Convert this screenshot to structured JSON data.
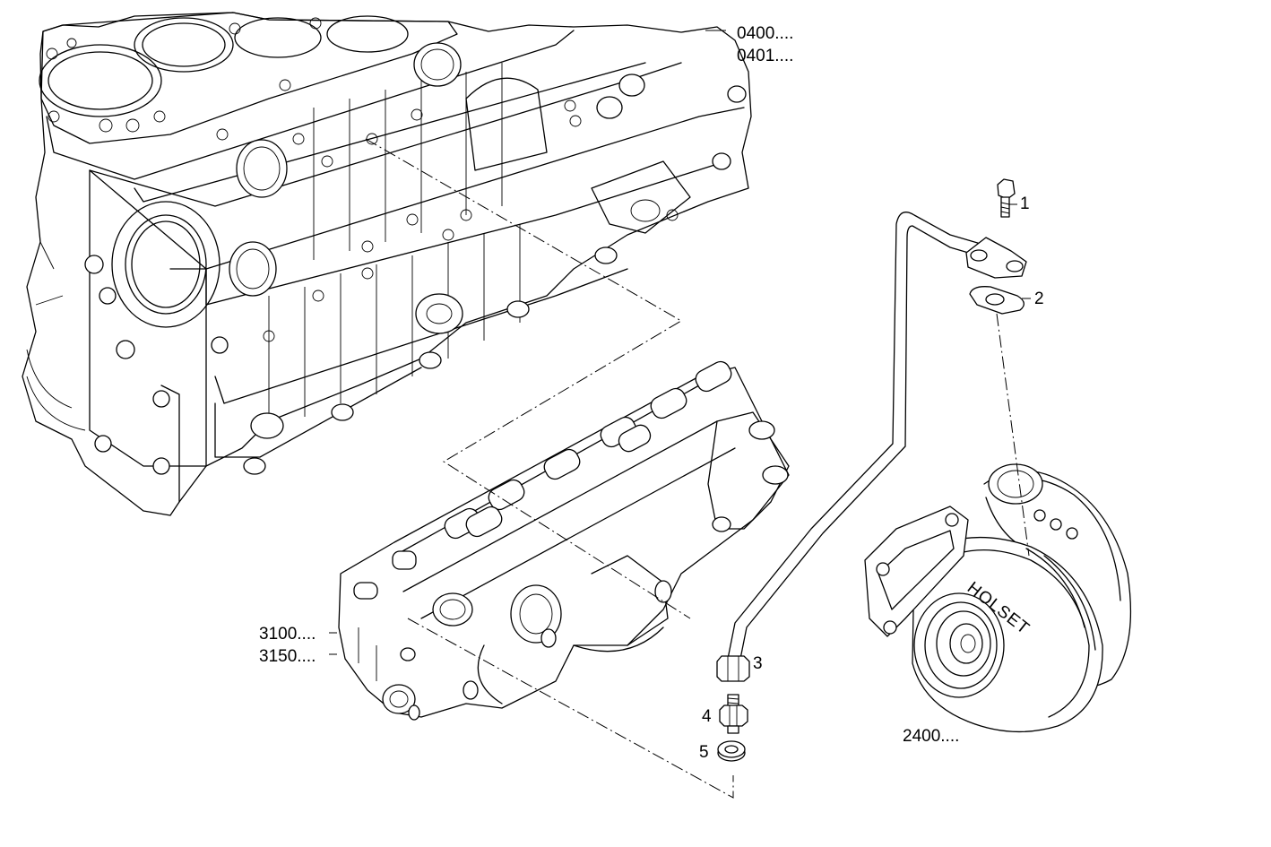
{
  "callouts": {
    "engine_block_a": "0400....",
    "engine_block_b": "0401....",
    "manifold_a": "3100....",
    "manifold_b": "3150....",
    "turbocharger": "2400....",
    "item_1": "1",
    "item_2": "2",
    "item_3": "3",
    "item_4": "4",
    "item_5": "5"
  },
  "turbo_brand_text": "HOLSET"
}
